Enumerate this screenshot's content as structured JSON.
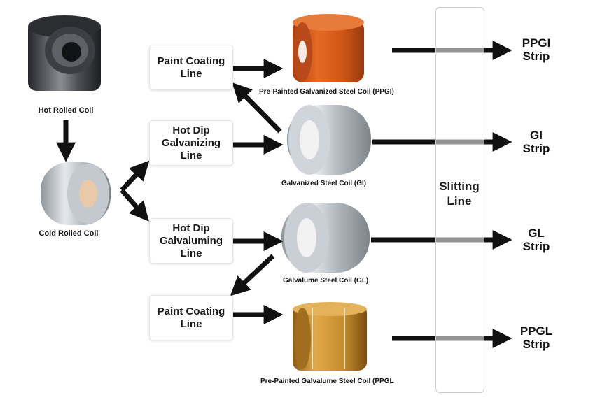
{
  "raw_materials": {
    "hot_rolled": "Hot Rolled Coil",
    "cold_rolled": "Cold Rolled Coil"
  },
  "process_lines": {
    "paint_coating_top": [
      "Paint Coating",
      "Line"
    ],
    "hot_dip_galvanizing": [
      "Hot Dip",
      "Galvanizing",
      "Line"
    ],
    "hot_dip_galvaluming": [
      "Hot Dip",
      "Galvaluming",
      "Line"
    ],
    "paint_coating_bottom": [
      "Paint Coating",
      "Line"
    ]
  },
  "coils": {
    "ppgi": "Pre-Painted Galvanized Steel Coil (PPGI)",
    "gi": "Galvanized Steel Coil (GI)",
    "gl": "Galvalume Steel Coil (GL)",
    "ppgl": "Pre-Painted Galvalume Steel Coil (PPGL"
  },
  "slitting": {
    "line": [
      "Slitting",
      "Line"
    ]
  },
  "strips": {
    "ppgi": [
      "PPGI",
      "Strip"
    ],
    "gi": [
      "GI",
      "Strip"
    ],
    "gl": [
      "GL",
      "Strip"
    ],
    "ppgl": [
      "PPGL",
      "Strip"
    ]
  },
  "colors": {
    "arrow": "#111111",
    "ppgi_coil": "#d2561c",
    "ppgl_coil": "#c8912f",
    "galvanized": "#b9bfc4",
    "hot_rolled": "#3a3d42"
  }
}
